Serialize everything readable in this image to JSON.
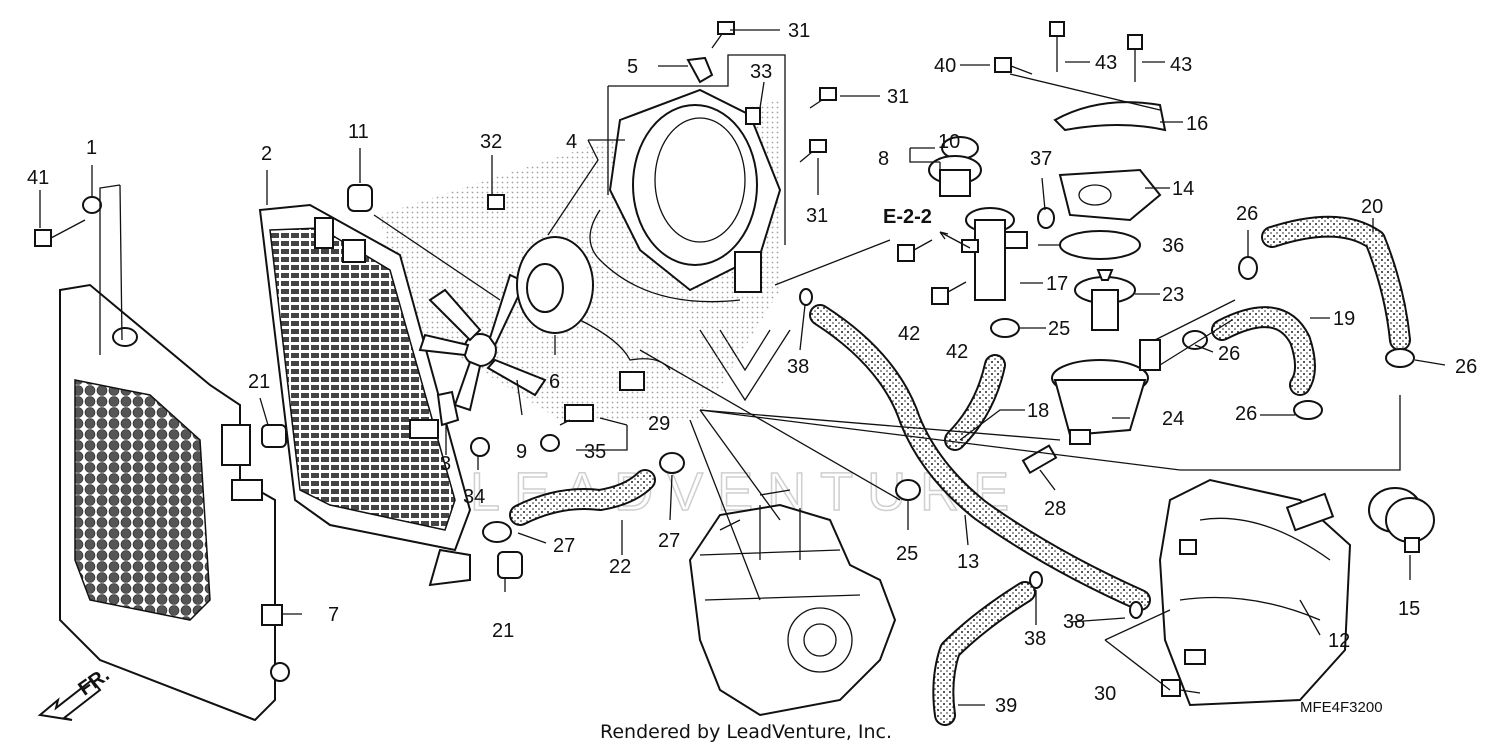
{
  "diagram": {
    "section_ref": "E-2-2",
    "front_label": "FR.",
    "watermark": "LEADVENTURE",
    "footer_text": "Rendered by LeadVenture, Inc.",
    "diagram_code": "MFE4F3200",
    "callouts": [
      "1",
      "2",
      "3",
      "4",
      "5",
      "6",
      "7",
      "8",
      "9",
      "10",
      "11",
      "12",
      "13",
      "14",
      "15",
      "16",
      "17",
      "18",
      "19",
      "20",
      "21",
      "21",
      "22",
      "23",
      "24",
      "25",
      "25",
      "26",
      "26",
      "26",
      "26",
      "27",
      "27",
      "28",
      "29",
      "30",
      "31",
      "31",
      "31",
      "32",
      "33",
      "34",
      "35",
      "36",
      "37",
      "38",
      "38",
      "38",
      "39",
      "40",
      "41",
      "42",
      "42",
      "43",
      "43"
    ]
  }
}
